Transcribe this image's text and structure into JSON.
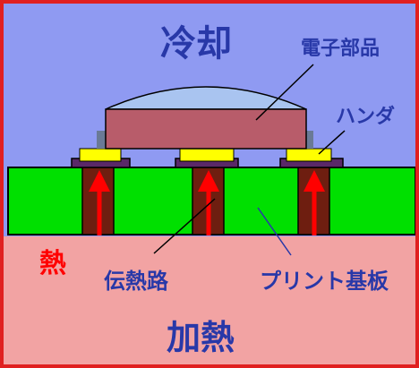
{
  "labels": {
    "cooling": "冷却",
    "component": "電子部品",
    "solder": "ハンダ",
    "heat": "熱",
    "thermal_via": "伝熱路",
    "pcb": "プリント基板",
    "heating": "加熱"
  },
  "colors": {
    "cool_zone": "#8f9af2",
    "heat_zone": "#f2a3a3",
    "frame": "#e02020",
    "board": "#00e000",
    "via": "#6e1e10",
    "pad": "#5a2868",
    "solder": "#ffff00",
    "component_body": "#b85c6a",
    "component_dome": "#a9c4f0",
    "lead": "#6a7a96",
    "arrow": "#ff0000",
    "text_blue": "#2838a8",
    "text_red": "#ff0000",
    "leader": "#000000"
  }
}
